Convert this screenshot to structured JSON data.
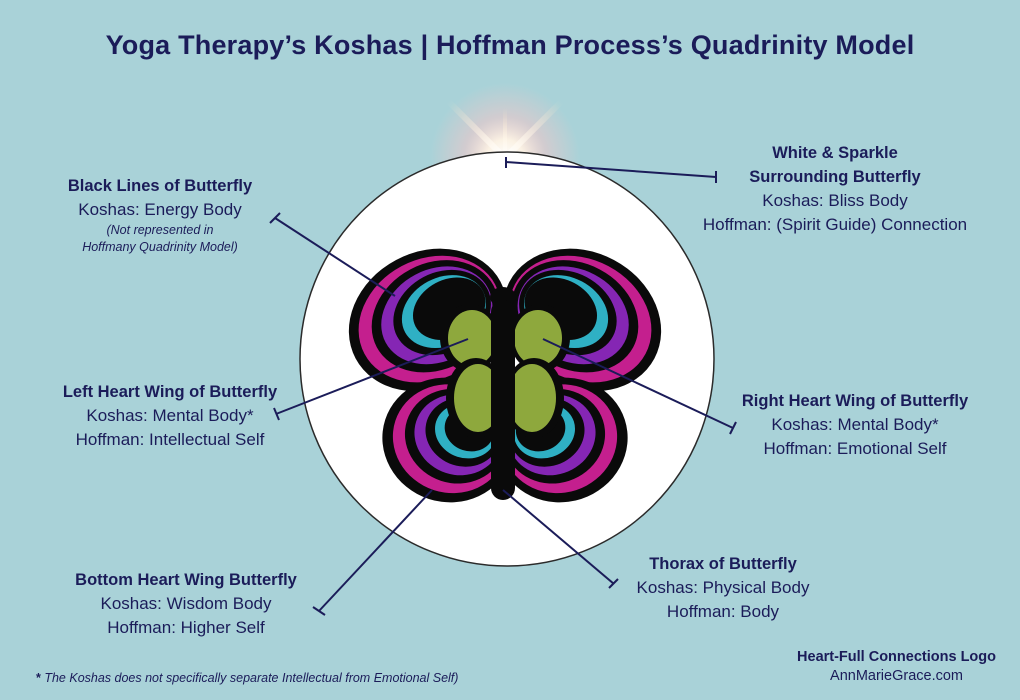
{
  "title": "Yoga Therapy’s Koshas | Hoffman Process’s Quadrinity Model",
  "labels": {
    "black_lines": {
      "heading": "Black Lines  of Butterfly",
      "koshas": "Koshas: Energy Body",
      "note_line1": "(Not represented in",
      "note_line2": "Hoffmany Quadrinity Model)"
    },
    "sparkle": {
      "heading_line1": "White & Sparkle",
      "heading_line2": "Surrounding Butterfly",
      "koshas": "Koshas: Bliss Body",
      "hoffman": "Hoffman: (Spirit Guide) Connection"
    },
    "left_wing": {
      "heading": "Left Heart Wing of Butterfly",
      "koshas": "Koshas: Mental Body*",
      "hoffman": "Hoffman: Intellectual Self"
    },
    "right_wing": {
      "heading": "Right Heart Wing of Butterfly",
      "koshas": "Koshas: Mental Body*",
      "hoffman": "Hoffman: Emotional Self"
    },
    "bottom_wing": {
      "heading": "Bottom Heart Wing Butterfly",
      "koshas": "Koshas: Wisdom Body",
      "hoffman": "Hoffman: Higher Self"
    },
    "thorax": {
      "heading": "Thorax of Butterfly",
      "koshas": "Koshas: Physical Body",
      "hoffman": "Hoffman: Body"
    }
  },
  "footnote": {
    "star": "*",
    "text": " The Koshas does not specifically separate Intellectual from Emotional Self)"
  },
  "brand": {
    "name": "Heart-Full Connections Logo",
    "site": "AnnMarieGrace.com"
  },
  "colors": {
    "background": "#a9d2d8",
    "navy": "#1b1c59",
    "magenta": "#c41f8e",
    "purple": "#8526b4",
    "teal": "#2fb0c4",
    "olive": "#8ea83d",
    "black": "#0a0a0a"
  }
}
